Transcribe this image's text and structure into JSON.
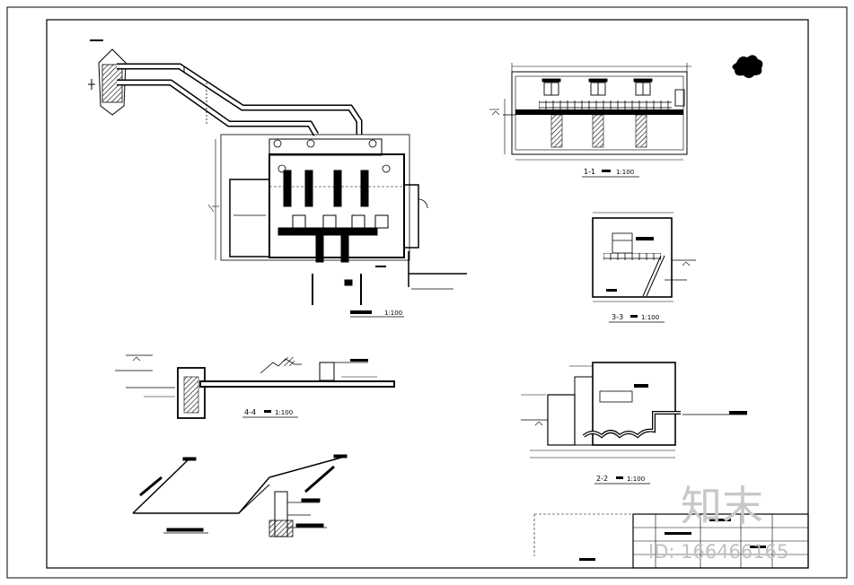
{
  "sections": {
    "s1": {
      "no": "1-1",
      "scale": "1:100"
    },
    "s2": {
      "no": "2-2",
      "scale": "1:100"
    },
    "s3": {
      "no": "3-3",
      "scale": "1:100"
    },
    "s4": {
      "no": "4-4",
      "scale": "1:100"
    },
    "plan": {
      "scale": "1:100"
    }
  },
  "watermark": {
    "brand": "知末",
    "id_text": "ID: 166466165"
  }
}
